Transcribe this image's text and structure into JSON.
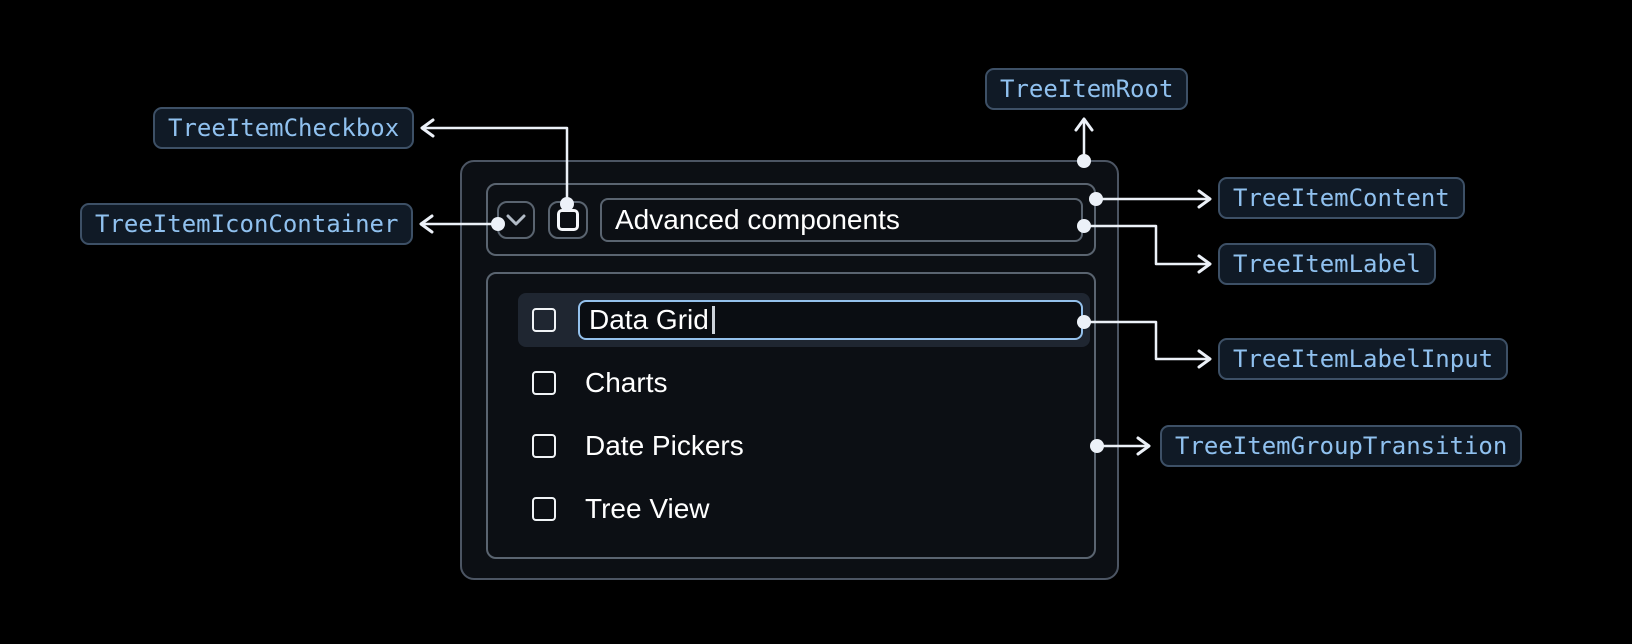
{
  "annotations": {
    "root": "TreeItemRoot",
    "checkbox": "TreeItemCheckbox",
    "icon_container": "TreeItemIconContainer",
    "content": "TreeItemContent",
    "label": "TreeItemLabel",
    "label_input": "TreeItemLabelInput",
    "group_transition": "TreeItemGroupTransition"
  },
  "tree": {
    "parent_label": "Advanced components",
    "parent_expanded": true,
    "parent_checkbox_state": "unchecked",
    "editing_item_value": "Data Grid",
    "items": [
      "Charts",
      "Date Pickers",
      "Tree View"
    ]
  },
  "icons": {
    "expand": "chevron-down",
    "checkbox": "square-outline",
    "cursor": "text-caret"
  },
  "colors": {
    "background": "#000000",
    "panel_background": "#0c0f14",
    "panel_border": "#4c5563",
    "inner_border": "#5a6470",
    "chip_background": "#101a26",
    "chip_border": "#3d5066",
    "chip_text": "#90c1ef",
    "connector": "#ecf1f8",
    "input_focus_border": "#94c1ec",
    "row_highlight": "#1f2631",
    "text": "#ffffff"
  }
}
